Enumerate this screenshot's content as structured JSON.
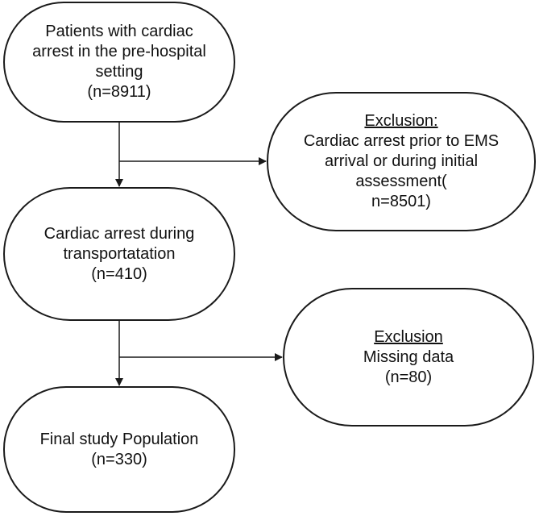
{
  "flowchart": {
    "nodes": [
      {
        "id": "patients",
        "lines": [
          "Patients with cardiac",
          "arrest in the pre-hospital",
          "setting",
          "(n=8911)"
        ]
      },
      {
        "id": "exclusion-ems",
        "heading": "Exclusion:",
        "lines": [
          "Cardiac arrest prior to EMS",
          "arrival or during initial",
          "assessment(",
          "n=8501)"
        ]
      },
      {
        "id": "transport",
        "lines": [
          "Cardiac arrest during",
          "transportatation",
          "(n=410)"
        ]
      },
      {
        "id": "exclusion-missing",
        "heading": "Exclusion",
        "lines": [
          "Missing data",
          "(n=80)"
        ]
      },
      {
        "id": "final",
        "lines": [
          "Final study Population",
          "(n=330)"
        ]
      }
    ],
    "edges": [
      {
        "from": "patients",
        "to": "transport"
      },
      {
        "from": "patients",
        "to": "exclusion-ems"
      },
      {
        "from": "transport",
        "to": "final"
      },
      {
        "from": "transport",
        "to": "exclusion-missing"
      }
    ],
    "colors": {
      "stroke": "#1a1a1a",
      "background": "#ffffff"
    }
  }
}
